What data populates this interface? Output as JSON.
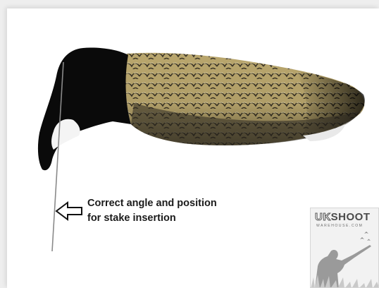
{
  "callout": {
    "line1": "Correct angle and position",
    "line2": "for stake insertion"
  },
  "logo": {
    "brand_uk": "UK",
    "brand_shoot": "SHOOT",
    "subline": "WAREHOUSE.COM"
  },
  "colors": {
    "head": "#0a0a0a",
    "feather_base": "#b9a66d",
    "feather_dark": "#2c2820",
    "cheek": "#f4f4f4",
    "stake": "#8a8a8a",
    "text": "#1b1b1b"
  },
  "icons": [
    "arrow-left-outline-icon",
    "hunter-silhouette-icon",
    "birds-icon"
  ]
}
